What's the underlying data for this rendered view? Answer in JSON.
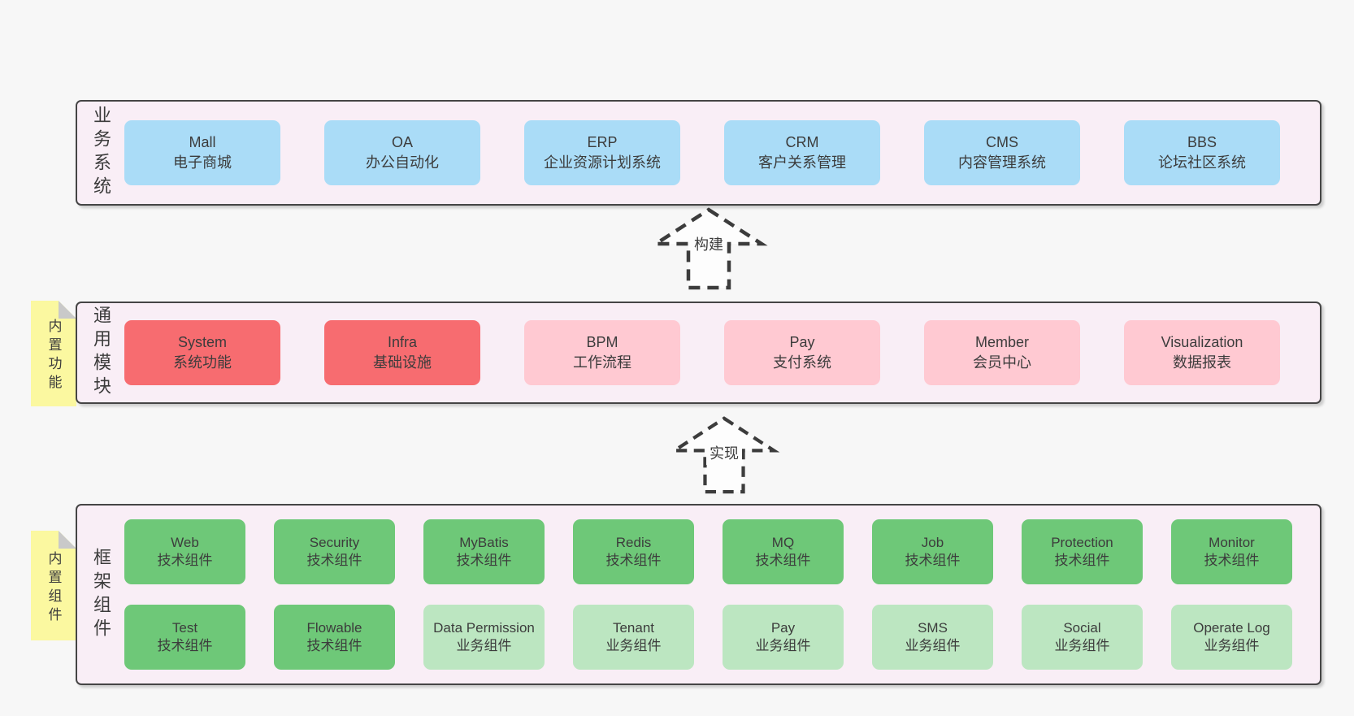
{
  "colors": {
    "page-bg": "#f7f7f7",
    "band-bg": "#f9eef6",
    "band-border": "#454545",
    "box-blue": "#aadcf7",
    "box-red": "#f76c70",
    "box-pink": "#ffc9d2",
    "box-green": "#6ec878",
    "box-green-light": "#bce6c1",
    "note-yellow": "#fbf8a0",
    "note-fold": "#c9c9c9",
    "text": "#3c3c3c",
    "arrow-line": "#3c3c3c",
    "arrow-fill": "#fdfdfd"
  },
  "band1": {
    "label": "业务系统",
    "boxes": [
      {
        "title": "Mall",
        "subtitle": "电子商城"
      },
      {
        "title": "OA",
        "subtitle": "办公自动化"
      },
      {
        "title": "ERP",
        "subtitle": "企业资源计划系统"
      },
      {
        "title": "CRM",
        "subtitle": "客户关系管理"
      },
      {
        "title": "CMS",
        "subtitle": "内容管理系统"
      },
      {
        "title": "BBS",
        "subtitle": "论坛社区系统"
      }
    ]
  },
  "band2": {
    "label": "通用模块",
    "boxes": [
      {
        "title": "System",
        "subtitle": "系统功能"
      },
      {
        "title": "Infra",
        "subtitle": "基础设施"
      },
      {
        "title": "BPM",
        "subtitle": "工作流程"
      },
      {
        "title": "Pay",
        "subtitle": "支付系统"
      },
      {
        "title": "Member",
        "subtitle": "会员中心"
      },
      {
        "title": "Visualization",
        "subtitle": "数据报表"
      }
    ]
  },
  "band3": {
    "label": "框架组件",
    "boxes": [
      {
        "title": "Web",
        "subtitle": "技术组件"
      },
      {
        "title": "Security",
        "subtitle": "技术组件"
      },
      {
        "title": "MyBatis",
        "subtitle": "技术组件"
      },
      {
        "title": "Redis",
        "subtitle": "技术组件"
      },
      {
        "title": "MQ",
        "subtitle": "技术组件"
      },
      {
        "title": "Job",
        "subtitle": "技术组件"
      },
      {
        "title": "Protection",
        "subtitle": "技术组件"
      },
      {
        "title": "Monitor",
        "subtitle": "技术组件"
      },
      {
        "title": "Test",
        "subtitle": "技术组件"
      },
      {
        "title": "Flowable",
        "subtitle": "技术组件"
      },
      {
        "title": "Data Permission",
        "subtitle": "业务组件"
      },
      {
        "title": "Tenant",
        "subtitle": "业务组件"
      },
      {
        "title": "Pay",
        "subtitle": "业务组件"
      },
      {
        "title": "SMS",
        "subtitle": "业务组件"
      },
      {
        "title": "Social",
        "subtitle": "业务组件"
      },
      {
        "title": "Operate Log",
        "subtitle": "业务组件"
      }
    ]
  },
  "arrows": [
    {
      "label": "构建"
    },
    {
      "label": "实现"
    }
  ],
  "notes": [
    {
      "text": "内置功能"
    },
    {
      "text": "内置组件"
    }
  ]
}
